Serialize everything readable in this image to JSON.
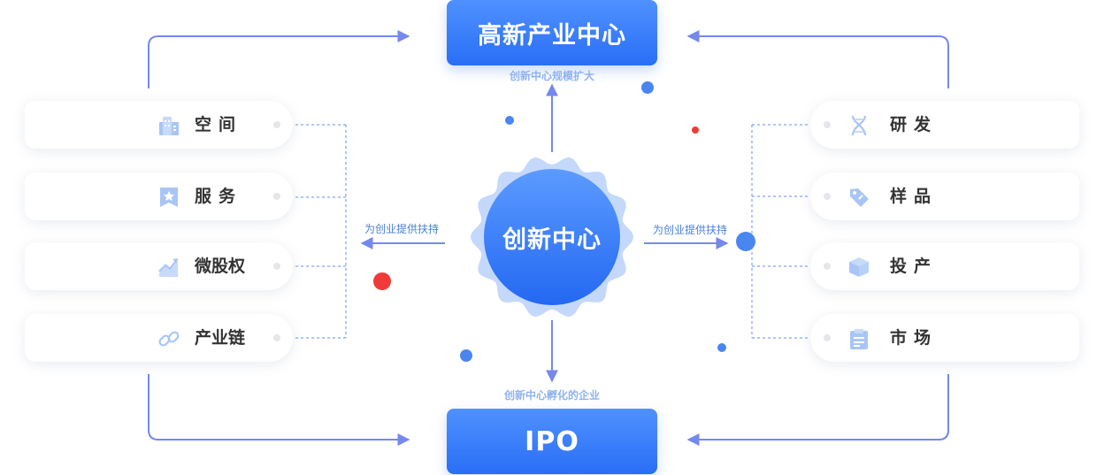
{
  "top_node": "高新产业中心",
  "top_caption": "创新中心规模扩大",
  "center_node": "创新中心",
  "bottom_node": "IPO",
  "bottom_caption": "创新中心孵化的企业",
  "left_support": "为创业提供扶持",
  "right_support": "为创业提供扶持",
  "left_items": [
    {
      "label": "空间",
      "icon": "building-icon"
    },
    {
      "label": "服务",
      "icon": "star-badge-icon"
    },
    {
      "label": "微股权",
      "icon": "trend-chart-icon"
    },
    {
      "label": "产业链",
      "icon": "chain-link-icon"
    }
  ],
  "right_items": [
    {
      "label": "研发",
      "icon": "dna-icon"
    },
    {
      "label": "样品",
      "icon": "tag-icon"
    },
    {
      "label": "投产",
      "icon": "cube-icon"
    },
    {
      "label": "市场",
      "icon": "clipboard-icon"
    }
  ],
  "colors": {
    "primary": "#2a6ef6",
    "primary_light": "#4f91ff",
    "arrow": "#7588ee",
    "dashed": "#5b8ff0",
    "icon": "#a9c5f5",
    "accent_red": "#f03a3a",
    "text": "#333333"
  }
}
